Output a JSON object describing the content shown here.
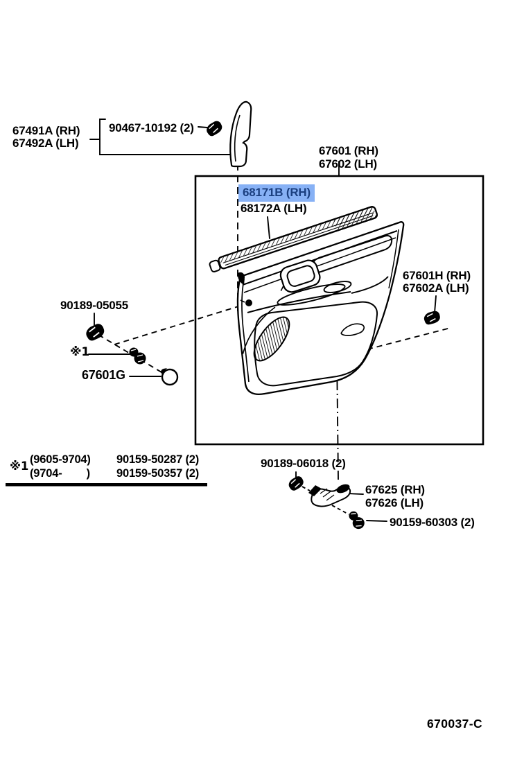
{
  "figure_code": "670037-C",
  "highlight": {
    "background": "#87b1f5",
    "text_color": "#1b3f7f"
  },
  "parts": {
    "pillar_garnish": {
      "rh": "67491A (RH)",
      "lh": "67492A (LH)"
    },
    "garnish_clip": "90467-10192 (2)",
    "door_trim_board": {
      "rh": "67601 (RH)",
      "lh": "67602 (LH)"
    },
    "inner_weatherstrip": {
      "rh": "68171B (RH)",
      "lh": "68172A (LH)"
    },
    "trim_retainer": {
      "rh": "67601H (RH)",
      "lh": "67602A (LH)"
    },
    "panel_clip": "90189-05055",
    "screw_ref": "※1",
    "panel_grommet": "67601G",
    "handle_clip": "90189-06018 (2)",
    "pull_handle": {
      "rh": "67625 (RH)",
      "lh": "67626 (LH)"
    },
    "handle_screw": "90159-60303 (2)"
  },
  "footnote": {
    "ref": "※1",
    "rows": [
      {
        "range": "(9605-9704)",
        "part": "90159-50287 (2)"
      },
      {
        "range": "(9704-        )",
        "part": "90159-50357 (2)"
      }
    ]
  }
}
